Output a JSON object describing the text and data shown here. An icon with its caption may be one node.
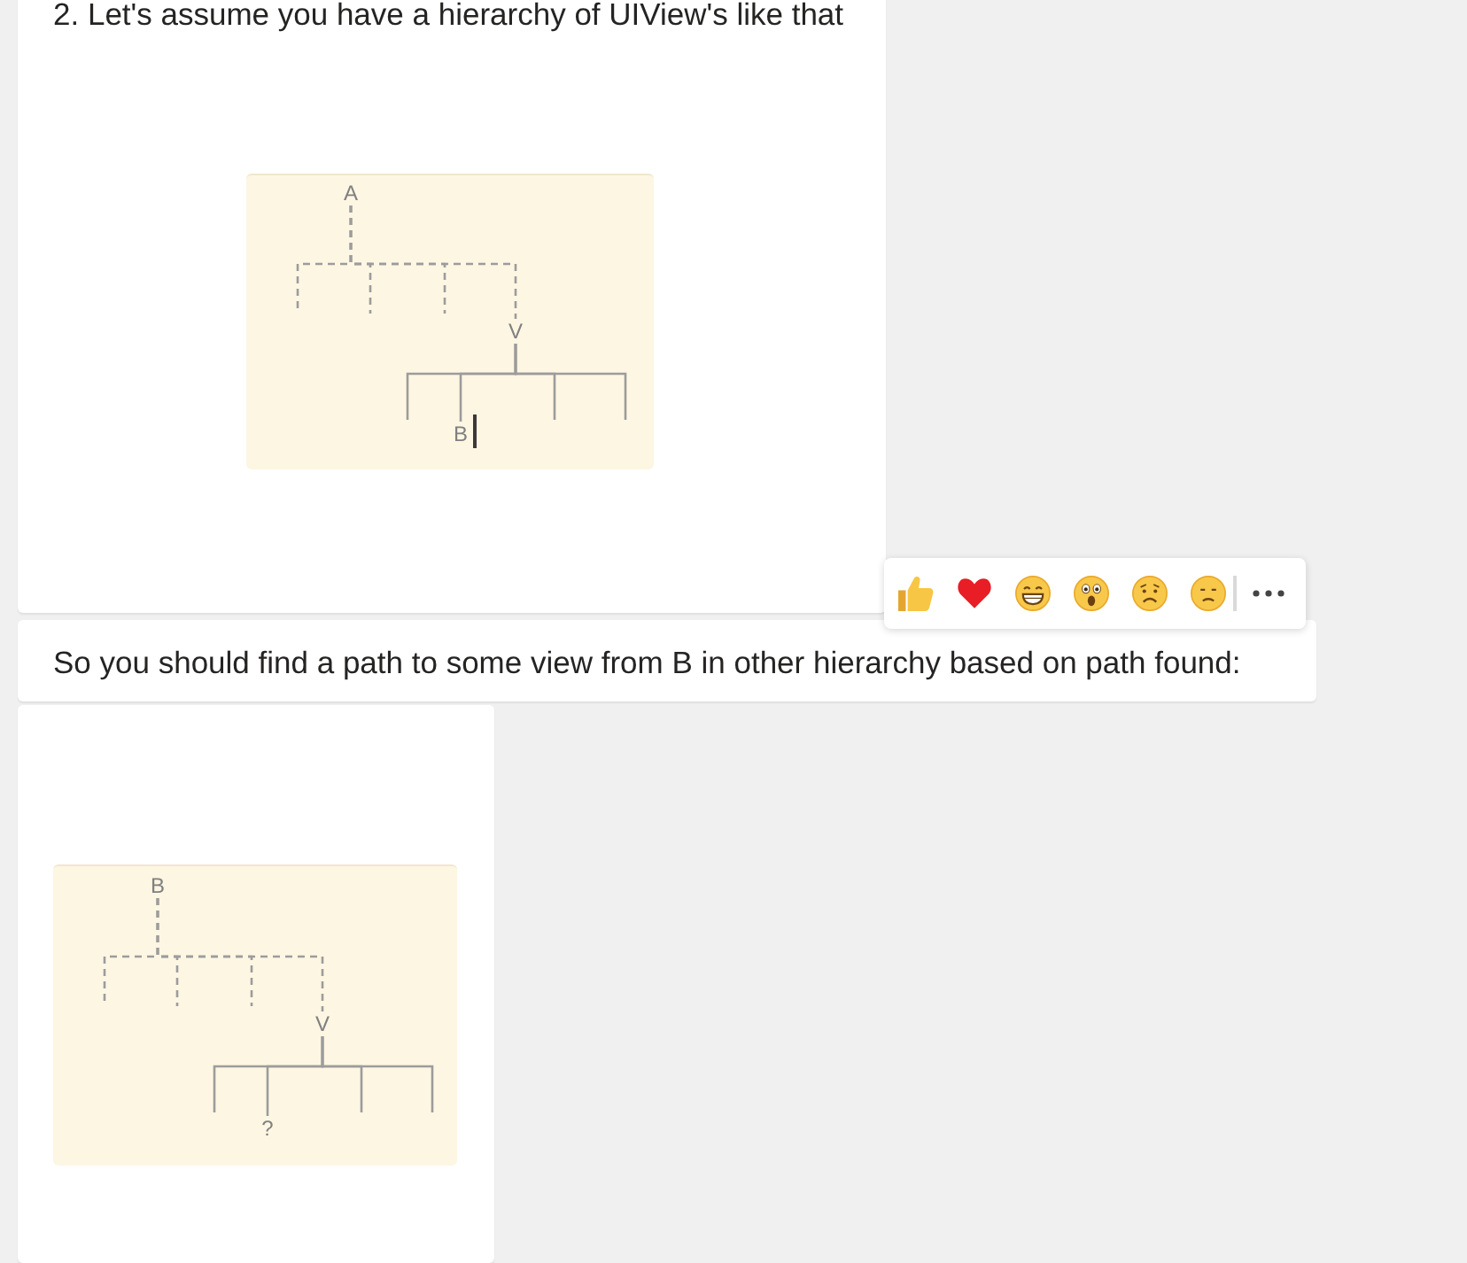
{
  "diagram": {
    "nodes": [
      {
        "text": [
          "2. Let's assume you have a hierarchy of UIView's like that"
        ]
      },
      {
        "text": [],
        "shape": "box",
        "in": 0
      },
      {
        "text": [
          "A"
        ],
        "in": 1
      },
      {
        "text": [
          "V"
        ],
        "in": 1
      },
      {
        "text": [
          "B"
        ],
        "in": 1
      },
      {
        "text": [
          "So you should find a path to some view from B in other hierarchy based on path found:"
        ]
      },
      {
        "text": [],
        "shape": "box"
      },
      {
        "text": [],
        "shape": "box",
        "in": 6
      },
      {
        "text": [
          "B"
        ],
        "in": 7
      },
      {
        "text": [
          "V"
        ],
        "in": 7
      },
      {
        "text": [
          "?"
        ],
        "in": 7
      }
    ],
    "edges": [
      {
        "from": 2,
        "to": null,
        "arrow": "none",
        "style": "dashed"
      },
      {
        "from": 2,
        "to": null,
        "arrow": "none",
        "style": "dashed"
      },
      {
        "from": 2,
        "to": null,
        "arrow": "none",
        "style": "dashed"
      },
      {
        "from": 2,
        "to": 3,
        "arrow": "none",
        "style": "dashed"
      },
      {
        "from": 3,
        "to": null,
        "arrow": "none"
      },
      {
        "from": 3,
        "to": 4,
        "arrow": "none"
      },
      {
        "from": 3,
        "to": null,
        "arrow": "none"
      },
      {
        "from": 3,
        "to": null,
        "arrow": "none"
      },
      {
        "from": 8,
        "to": null,
        "arrow": "none",
        "style": "dashed"
      },
      {
        "from": 8,
        "to": null,
        "arrow": "none",
        "style": "dashed"
      },
      {
        "from": 8,
        "to": null,
        "arrow": "none",
        "style": "dashed"
      },
      {
        "from": 8,
        "to": 9,
        "arrow": "none",
        "style": "dashed"
      },
      {
        "from": 9,
        "to": null,
        "arrow": "none"
      },
      {
        "from": 9,
        "to": 10,
        "arrow": "none"
      },
      {
        "from": 9,
        "to": null,
        "arrow": "none"
      },
      {
        "from": 9,
        "to": null,
        "arrow": "none"
      }
    ]
  }
}
